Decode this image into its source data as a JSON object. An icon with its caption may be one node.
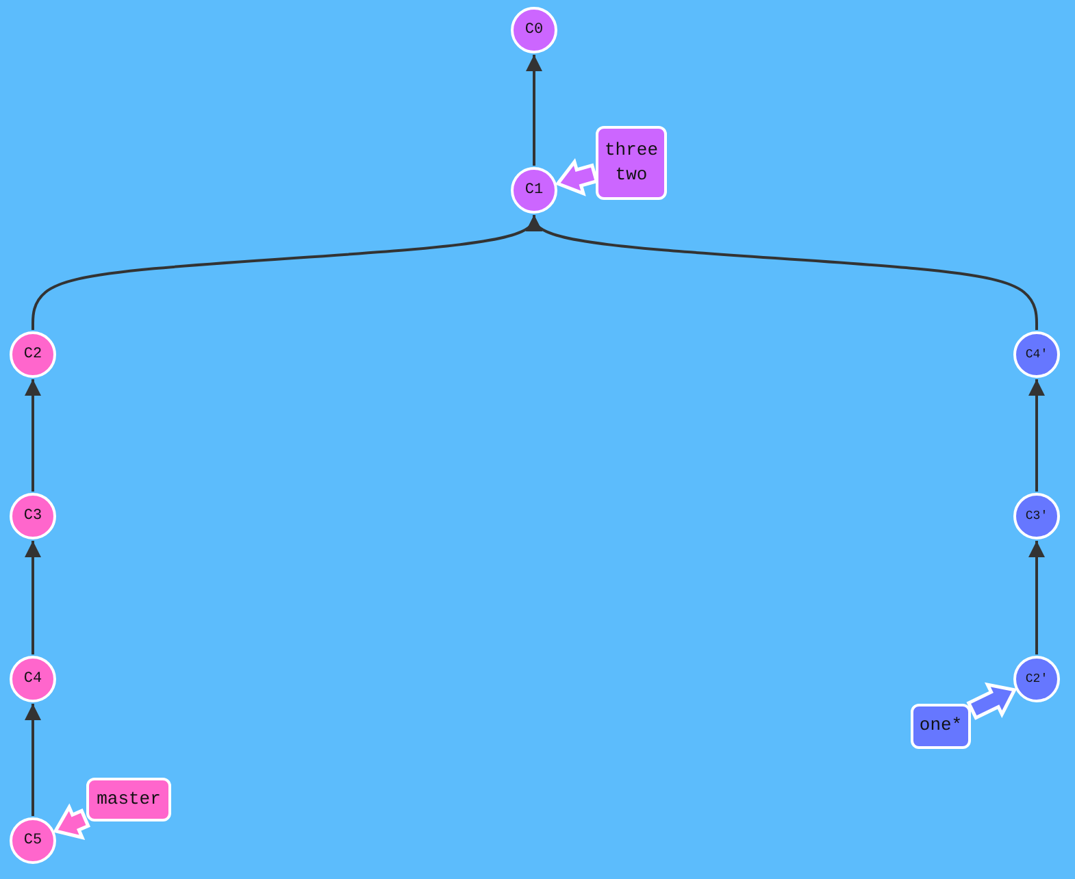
{
  "diagram": {
    "nodes": [
      {
        "text": [
          "C0"
        ]
      },
      {
        "text": [
          "C1"
        ]
      },
      {
        "text": [
          "C2"
        ]
      },
      {
        "text": [
          "C3"
        ]
      },
      {
        "text": [
          "C4"
        ]
      },
      {
        "text": [
          "C5"
        ]
      },
      {
        "text": [
          "C4'"
        ]
      },
      {
        "text": [
          "C3'"
        ]
      },
      {
        "text": [
          "C2'"
        ]
      },
      {
        "text": [
          "three",
          "two"
        ]
      },
      {
        "text": [
          "master"
        ]
      },
      {
        "text": [
          "one*"
        ]
      }
    ],
    "edges": [
      {
        "from": 1,
        "to": 0,
        "arrow": "to"
      },
      {
        "from": 2,
        "to": 1,
        "arrow": "to"
      },
      {
        "from": 6,
        "to": 1,
        "arrow": "to"
      },
      {
        "from": 3,
        "to": 2,
        "arrow": "to"
      },
      {
        "from": 7,
        "to": 6,
        "arrow": "to"
      },
      {
        "from": 4,
        "to": 3,
        "arrow": "to"
      },
      {
        "from": 8,
        "to": 7,
        "arrow": "to"
      },
      {
        "from": 5,
        "to": 4,
        "arrow": "to"
      },
      {
        "from": 9,
        "to": 1,
        "arrow": "to",
        "style": "thick",
        "color": "#cc66ff"
      },
      {
        "from": 10,
        "to": 5,
        "arrow": "to",
        "style": "thick",
        "color": "#ff66cc"
      },
      {
        "from": 11,
        "to": 8,
        "arrow": "to",
        "style": "thick",
        "color": "#6677ff"
      }
    ]
  }
}
